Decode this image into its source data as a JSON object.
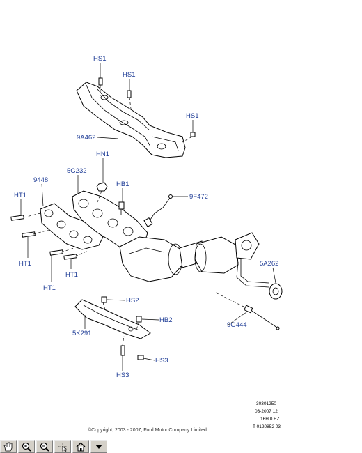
{
  "callouts": {
    "hs1_a": "HS1",
    "hs1_b": "HS1",
    "hs1_c": "HS1",
    "p9a462": "9A462",
    "hn1": "HN1",
    "p9448": "9448",
    "p5g232": "5G232",
    "hb1": "HB1",
    "p9f472": "9F472",
    "ht1_a": "HT1",
    "ht1_b": "HT1",
    "ht1_c": "HT1",
    "ht1_d": "HT1",
    "p5a262": "5A262",
    "hs2": "HS2",
    "hb2": "HB2",
    "p5k291": "5K291",
    "hs3_a": "HS3",
    "hs3_b": "HS3",
    "p9g444": "9G444"
  },
  "meta": {
    "line1": "30301250",
    "line2": "03-2007 12",
    "line3": "16H 0 EZ",
    "line4": "T 0120852 03"
  },
  "copyright": "©Copyright, 2003 - 2007, Ford Motor Company Limited",
  "toolbar": [
    {
      "name": "pan-tool-button",
      "icon": "hand-icon"
    },
    {
      "name": "zoom-in-button",
      "icon": "zoom-in-icon"
    },
    {
      "name": "zoom-out-button",
      "icon": "zoom-out-icon"
    },
    {
      "name": "select-tool-button",
      "icon": "pointer-icon"
    },
    {
      "name": "home-button",
      "icon": "home-icon"
    },
    {
      "name": "dropdown-button",
      "icon": "chevron-down-icon"
    }
  ],
  "colors": {
    "callout": "#1e3c96",
    "toolbar_bg": "#d4d0c8"
  }
}
